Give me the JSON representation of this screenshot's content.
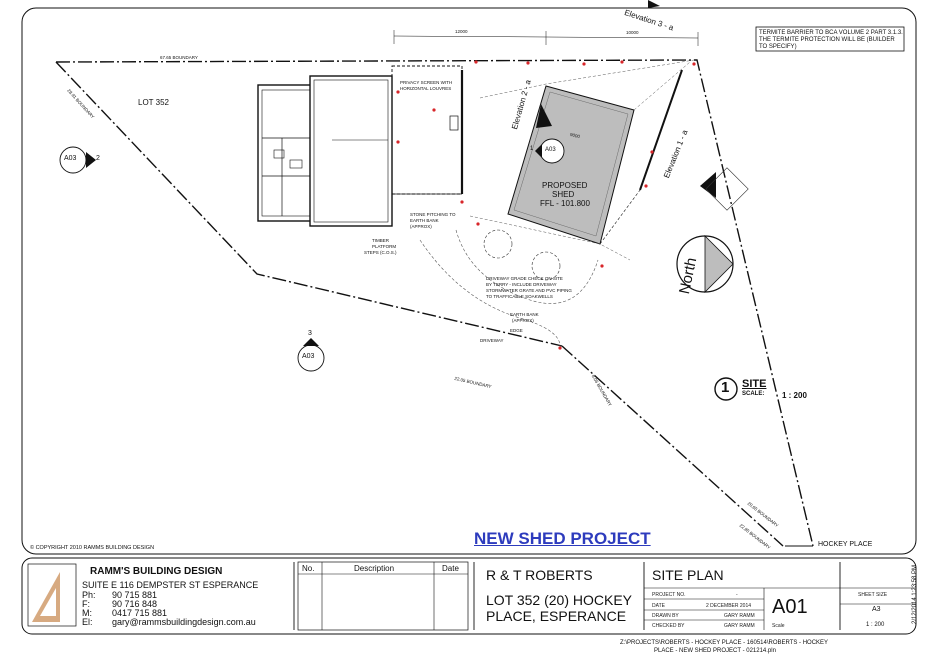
{
  "note": {
    "line1": "TERMITE BARRIER TO BCA VOLUME 2 PART 3.1.3.",
    "line2": "THE TERMITE PROTECTION WILL BE (BUILDER",
    "line3": "TO SPECIFY)"
  },
  "plan": {
    "lot_label": "LOT 352",
    "privacy_screen": [
      "PRIVACY SCREEN WITH",
      "HORIZONTAL LOUVRES"
    ],
    "stone_pitching": [
      "STONE PITCHING TO",
      "EARTH BANK",
      "(APPROX)"
    ],
    "timber_steps": [
      "TIMBER",
      "PLATFORM",
      "STEPS (C.O.S.)"
    ],
    "driveway_note": [
      "DRIVEWAY GRADE CHECK ON SITE",
      "BY TERRY - INCLUDE DRIVEWAY",
      "STORMWATER GRATE AND PVC PIPING",
      "TO TRAFFICABLE SOAKWELLS"
    ],
    "earth_bank": [
      "EARTH BANK",
      "(APPROX)"
    ],
    "edge": "EDGE",
    "driveway": "DRIVEWAY",
    "shed_title": "PROPOSED",
    "shed_word": "SHED",
    "shed_ffl": "FFL - 101.800",
    "hockey_place": "HOCKEY PLACE",
    "north": "North",
    "elev1": "Elevation 1 - a",
    "elev2": "Elevation 2 - a",
    "elev3": "Elevation 3 - a",
    "dim_12000": "12000",
    "dim_10000": "10000",
    "dim_9000": "9000",
    "boundary_top": "67.65 BOUNDARY",
    "boundary_left": "28.91 BOUNDARY",
    "boundary_mid": "22.05 BOUNDARY",
    "boundary_right": "8.06 BOUNDARY",
    "boundary_low": "20.65 BOUNDARY",
    "boundary_low2": "22.85 BOUNDARY",
    "callout_sheet": "A03",
    "callout_2": "2",
    "callout_1": "1",
    "callout_3": "3",
    "site_no": "1",
    "site_title": "SITE",
    "site_scale_label": "SCALE:",
    "site_scale": "1 : 200",
    "copyright": "© COPYRIGHT 2010 RAMMS BUILDING DESIGN",
    "project_title": "NEW SHED PROJECT"
  },
  "company": {
    "name": "RAMM'S BUILDING DESIGN",
    "address": "SUITE E 116 DEMPSTER ST ESPERANCE",
    "ph_label": "Ph:",
    "ph": "90 715 881",
    "f_label": "F:",
    "f": "90 716 848",
    "m_label": "M:",
    "m": "0417 715 881",
    "e_label": "El:",
    "e": "gary@rammsbuildingdesign.com.au"
  },
  "revisions": {
    "no": "No.",
    "description": "Description",
    "date": "Date"
  },
  "client": {
    "name": "R & T ROBERTS",
    "address_line1": "LOT 352 (20) HOCKEY",
    "address_line2": "PLACE, ESPERANCE"
  },
  "drawing": {
    "title": "SITE PLAN",
    "project_no_label": "PROJECT NO.",
    "project_no": "-",
    "date_label": "DATE",
    "date": "2 DECEMBER 2014",
    "drawn_label": "DRAWN BY",
    "drawn": "GARY RAMM",
    "checked_label": "CHECKED BY",
    "checked": "GARY RAMM",
    "sheet_no": "A01",
    "scale_label": "Scale",
    "sheet_size_label": "SHEET SIZE",
    "sheet_size": "A3",
    "scale": "1 : 200"
  },
  "footer": {
    "path_line1": "Z:\\PROJECTS\\ROBERTS - HOCKEY PLACE - 160514\\ROBERTS - HOCKEY",
    "path_line2": "PLACE - NEW SHED PROJECT - 021214.pln",
    "timestamp": "2/12/2014 1:23:58 PM"
  }
}
